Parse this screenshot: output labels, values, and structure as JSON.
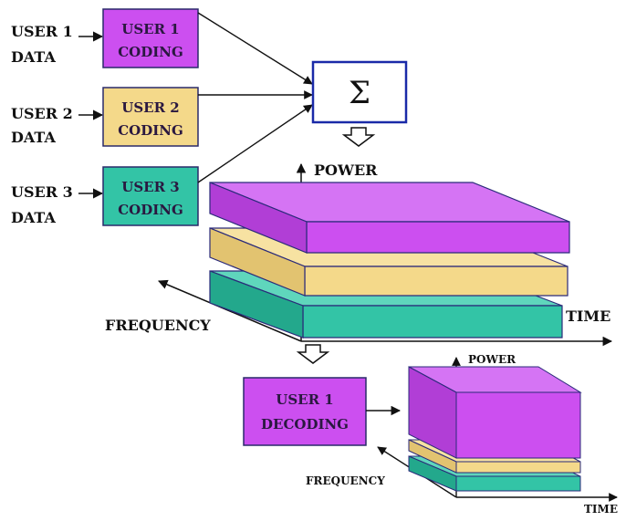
{
  "users": [
    {
      "input_line1": "USER 1",
      "input_line2": "DATA",
      "coding_line1": "USER 1",
      "coding_line2": "CODING",
      "color": "#cc4ff0"
    },
    {
      "input_line1": "USER 2",
      "input_line2": "DATA",
      "coding_line1": "USER 2",
      "coding_line2": "CODING",
      "color": "#f4d98a"
    },
    {
      "input_line1": "USER 3",
      "input_line2": "DATA",
      "coding_line1": "USER 3",
      "coding_line2": "CODING",
      "color": "#33c4a6"
    }
  ],
  "summation": {
    "symbol": "Σ"
  },
  "main_axes": {
    "y_label": "POWER",
    "x_label": "TIME",
    "z_label": "FREQUENCY"
  },
  "decoder": {
    "line1": "USER 1",
    "line2": "DECODING",
    "color": "#cc4ff0"
  },
  "small_axes": {
    "y_label": "POWER",
    "x_label": "TIME",
    "z_label": "FREQUENCY"
  },
  "colors": {
    "user1": "#cc4ff0",
    "user2": "#f4d98a",
    "user3": "#33c4a6",
    "sum_border": "#1a2aa8",
    "edge": "#3a3a8a"
  }
}
